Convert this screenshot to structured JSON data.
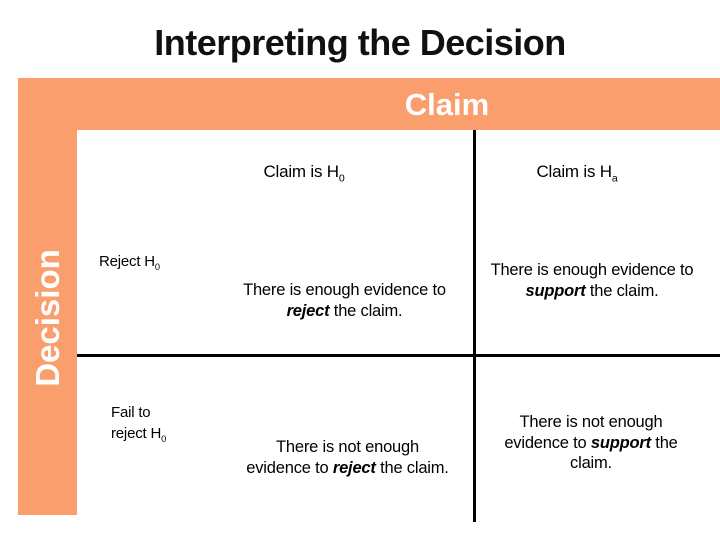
{
  "slide": {
    "title": "Interpreting the Decision",
    "claim_axis_label": "Claim",
    "decision_axis_label": "Decision",
    "column_headers": {
      "h0": {
        "text": "Claim is H",
        "sub": "0"
      },
      "ha": {
        "text": "Claim is H",
        "sub": "a"
      }
    },
    "row_headers": {
      "reject": {
        "text": "Reject H",
        "sub": "0"
      },
      "fail": {
        "line1": "Fail to",
        "line2": "reject H",
        "sub": "0"
      }
    },
    "cells": {
      "reject_h0": {
        "line1": "There is enough evidence to",
        "line2_em": "reject",
        "line2_post": " the claim."
      },
      "reject_ha": {
        "line1": "There is enough evidence to",
        "line2_em": "support",
        "line2_post": " the claim."
      },
      "fail_h0": {
        "line1": "There is not enough",
        "line2_pre": "evidence to ",
        "line2_em": "reject",
        "line2_post": " the claim."
      },
      "fail_ha": {
        "line1": "There is not enough",
        "line2_pre": "evidence to ",
        "line2_em": "support",
        "line2_post": " the",
        "line3": "claim."
      }
    },
    "colors": {
      "accent_orange": "#FA9E6E",
      "divider_black": "#000000",
      "header_text_white": "#FFFFFF"
    }
  }
}
